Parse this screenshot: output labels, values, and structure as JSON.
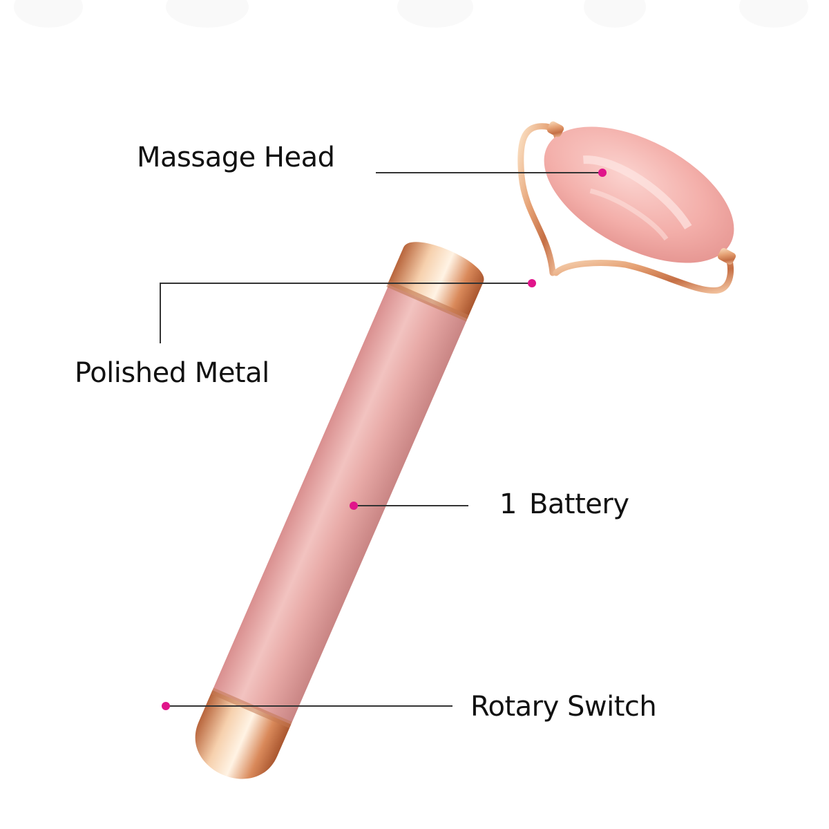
{
  "callouts": {
    "massage_head": "Massage Head",
    "polished_metal": "Polished Metal",
    "battery_count": "1",
    "battery_word": "Battery",
    "rotary_switch": "Rotary Switch"
  },
  "colors": {
    "background": "#ffffff",
    "label_text": "#111111",
    "leader_line": "#333333",
    "marker_dot": "#e0158a",
    "handle_pink": "#e6a6a3",
    "rose_gold": "#e9a77a",
    "roller_stone": "#f4b3b0"
  },
  "icons": {
    "product": "face-roller-illustration",
    "marker": "magenta-dot"
  }
}
